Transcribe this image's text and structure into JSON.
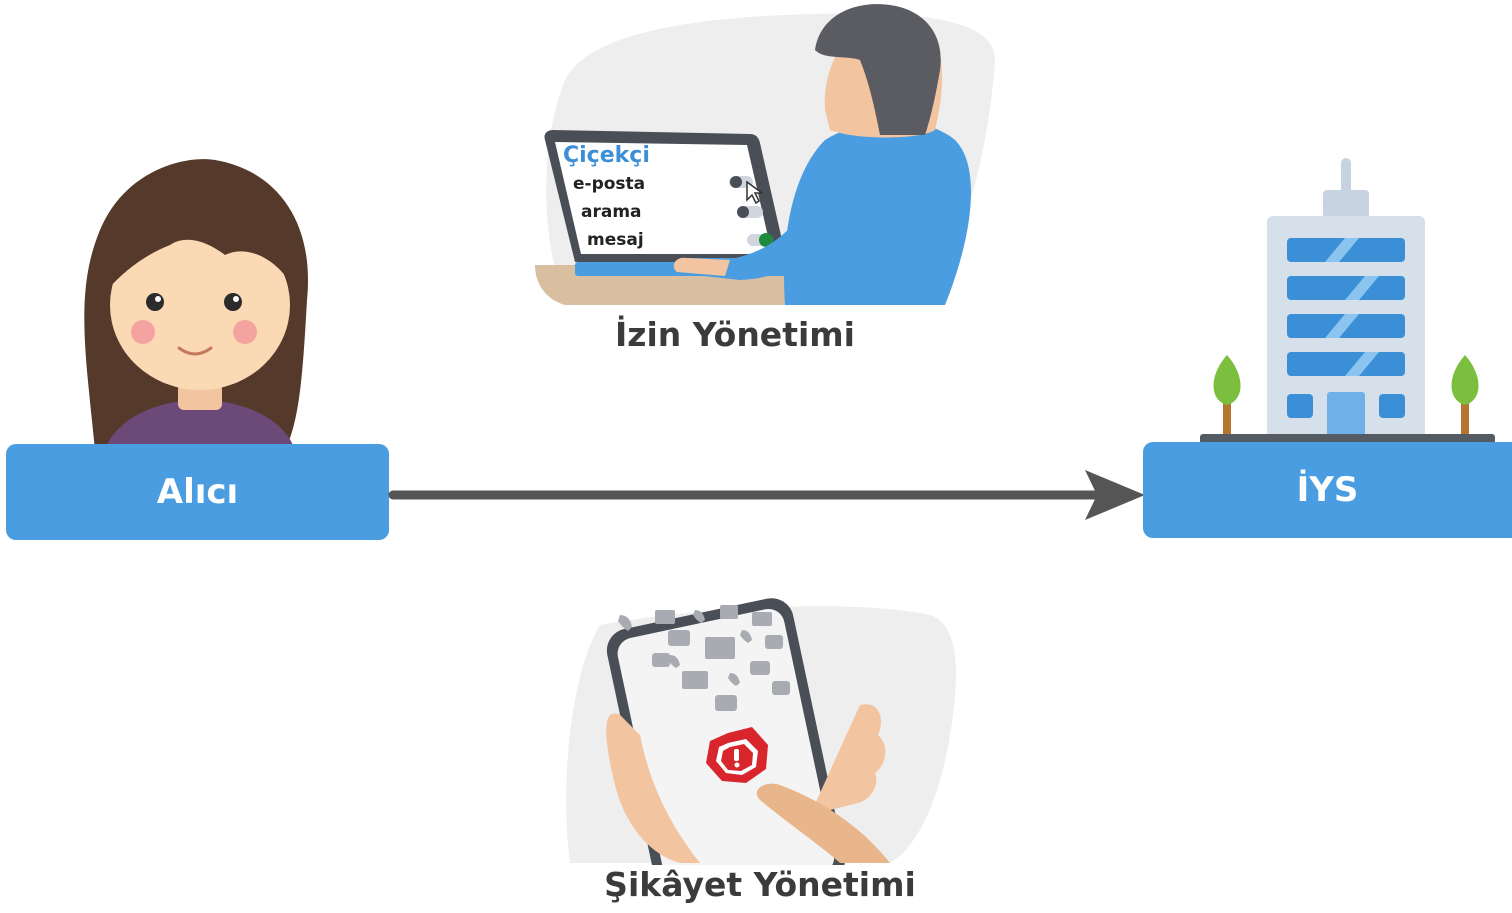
{
  "nodes": {
    "recipient": {
      "label": "Alıcı"
    },
    "iys": {
      "label": "İYS"
    }
  },
  "illustrations": {
    "permission": {
      "caption": "İzin Yönetimi",
      "screen_title": "Çiçekçi",
      "rows": [
        "e-posta",
        "arama",
        "mesaj"
      ]
    },
    "complaint": {
      "caption": "Şikâyet Yönetimi"
    }
  },
  "colors": {
    "node_blue": "#4a9de0",
    "arrow": "#555555",
    "caption_text": "#3b3b3b",
    "hair": "#553a2c",
    "shirt": "#6b4a7a",
    "alert_red": "#d8262c",
    "toggle_on": "#1f8a3a"
  }
}
